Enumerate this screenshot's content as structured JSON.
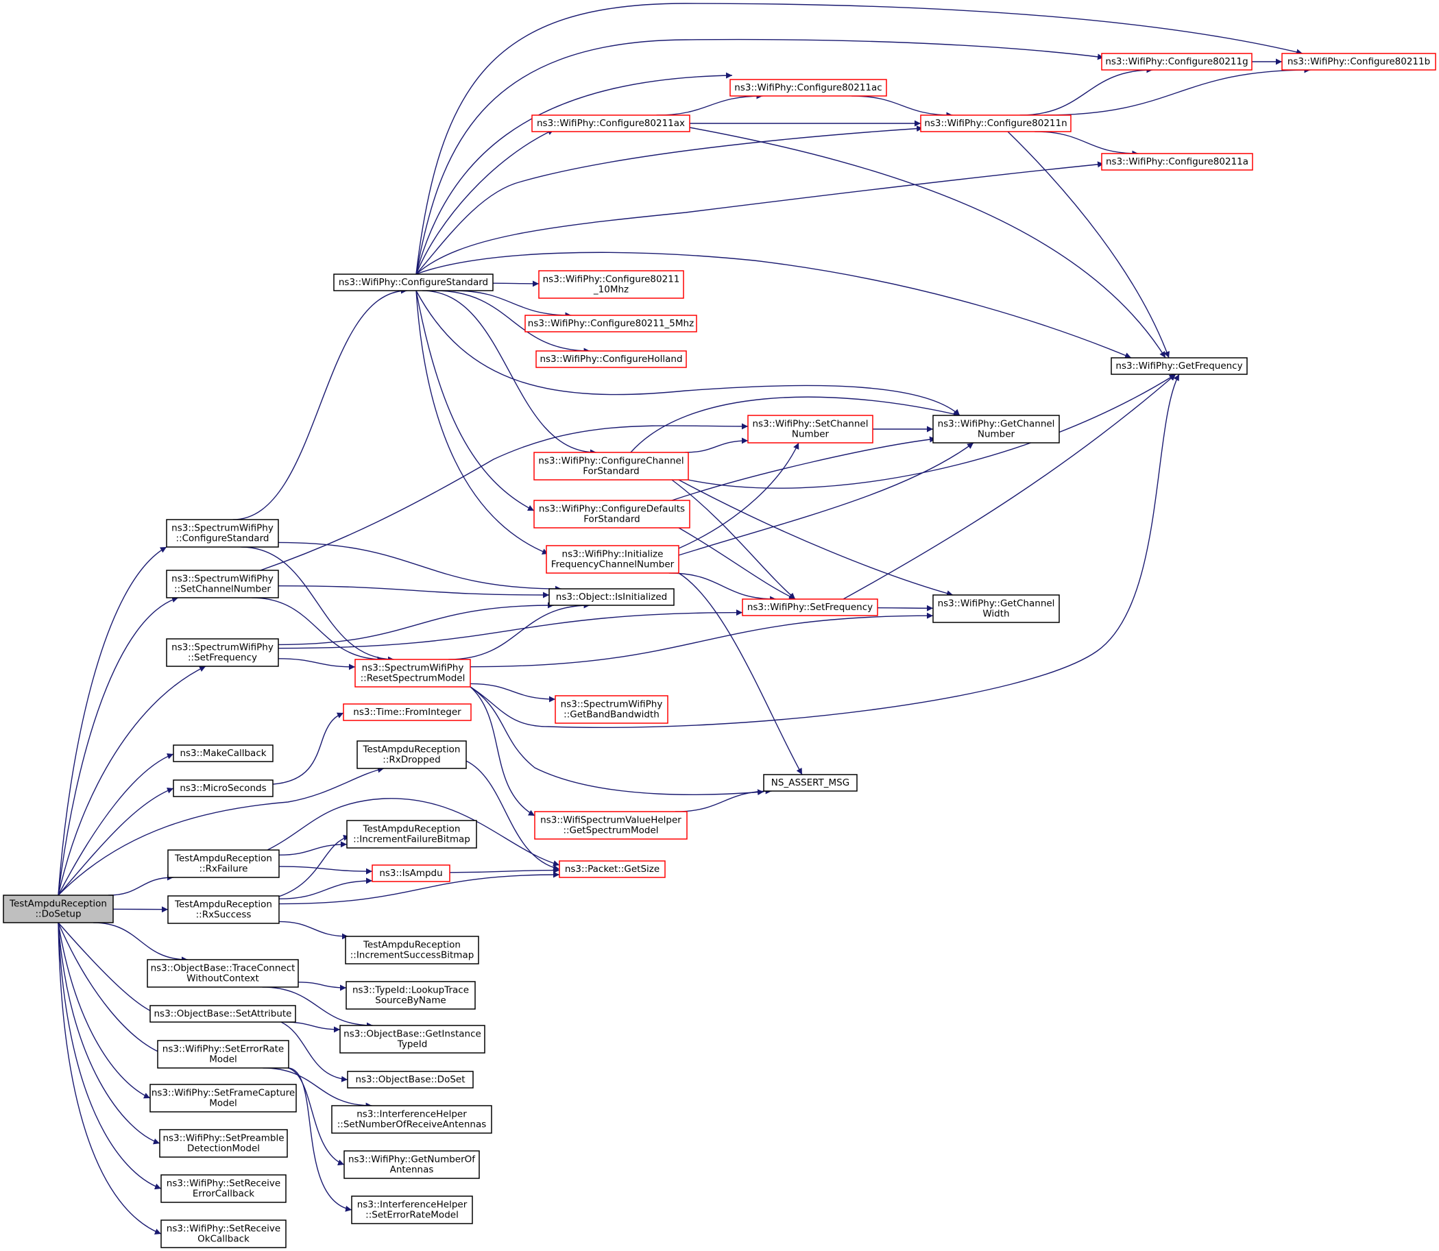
{
  "colors": {
    "edge": "#191970",
    "normal_border": "#000000",
    "truncated_border": "#ff0000",
    "root_fill": "#bfbfbf",
    "node_fill": "#ffffff"
  },
  "nodes": [
    {
      "id": "root",
      "lines": [
        "TestAmpduReception",
        "::DoSetup"
      ],
      "style": "root"
    },
    {
      "id": "spectrum_configure_standard",
      "lines": [
        "ns3::SpectrumWifiPhy",
        "::ConfigureStandard"
      ],
      "style": "normal"
    },
    {
      "id": "spectrum_set_channel_number",
      "lines": [
        "ns3::SpectrumWifiPhy",
        "::SetChannelNumber"
      ],
      "style": "normal"
    },
    {
      "id": "spectrum_set_frequency",
      "lines": [
        "ns3::SpectrumWifiPhy",
        "::SetFrequency"
      ],
      "style": "normal"
    },
    {
      "id": "make_callback",
      "lines": [
        "ns3::MakeCallback"
      ],
      "style": "normal"
    },
    {
      "id": "micro_seconds",
      "lines": [
        "ns3::MicroSeconds"
      ],
      "style": "normal"
    },
    {
      "id": "rx_failure",
      "lines": [
        "TestAmpduReception",
        "::RxFailure"
      ],
      "style": "normal"
    },
    {
      "id": "rx_success",
      "lines": [
        "TestAmpduReception",
        "::RxSuccess"
      ],
      "style": "normal"
    },
    {
      "id": "trace_connect",
      "lines": [
        "ns3::ObjectBase::TraceConnect",
        "WithoutContext"
      ],
      "style": "normal"
    },
    {
      "id": "set_attribute",
      "lines": [
        "ns3::ObjectBase::SetAttribute"
      ],
      "style": "normal"
    },
    {
      "id": "set_error_rate_model",
      "lines": [
        "ns3::WifiPhy::SetErrorRate",
        "Model"
      ],
      "style": "normal"
    },
    {
      "id": "set_frame_capture_model",
      "lines": [
        "ns3::WifiPhy::SetFrameCapture",
        "Model"
      ],
      "style": "normal"
    },
    {
      "id": "set_preamble_detection_model",
      "lines": [
        "ns3::WifiPhy::SetPreamble",
        "DetectionModel"
      ],
      "style": "normal"
    },
    {
      "id": "set_receive_error_callback",
      "lines": [
        "ns3::WifiPhy::SetReceive",
        "ErrorCallback"
      ],
      "style": "normal"
    },
    {
      "id": "set_receive_ok_callback",
      "lines": [
        "ns3::WifiPhy::SetReceive",
        "OkCallback"
      ],
      "style": "normal"
    },
    {
      "id": "configure_standard",
      "lines": [
        "ns3::WifiPhy::ConfigureStandard"
      ],
      "style": "normal"
    },
    {
      "id": "object_is_initialized",
      "lines": [
        "ns3::Object::IsInitialized"
      ],
      "style": "normal"
    },
    {
      "id": "reset_spectrum_model",
      "lines": [
        "ns3::SpectrumWifiPhy",
        "::ResetSpectrumModel"
      ],
      "style": "truncated"
    },
    {
      "id": "time_from_integer",
      "lines": [
        "ns3::Time::FromInteger"
      ],
      "style": "truncated"
    },
    {
      "id": "rx_dropped",
      "lines": [
        "TestAmpduReception",
        "::RxDropped"
      ],
      "style": "normal"
    },
    {
      "id": "increment_failure_bitmap",
      "lines": [
        "TestAmpduReception",
        "::IncrementFailureBitmap"
      ],
      "style": "normal"
    },
    {
      "id": "is_ampdu",
      "lines": [
        "ns3::IsAmpdu"
      ],
      "style": "truncated"
    },
    {
      "id": "increment_success_bitmap",
      "lines": [
        "TestAmpduReception",
        "::IncrementSuccessBitmap"
      ],
      "style": "normal"
    },
    {
      "id": "lookup_trace_source_by_name",
      "lines": [
        "ns3::TypeId::LookupTrace",
        "SourceByName"
      ],
      "style": "normal"
    },
    {
      "id": "get_instance_type_id",
      "lines": [
        "ns3::ObjectBase::GetInstance",
        "TypeId"
      ],
      "style": "normal"
    },
    {
      "id": "do_set",
      "lines": [
        "ns3::ObjectBase::DoSet"
      ],
      "style": "normal"
    },
    {
      "id": "set_number_of_receive_antennas",
      "lines": [
        "ns3::InterferenceHelper",
        "::SetNumberOfReceiveAntennas"
      ],
      "style": "normal"
    },
    {
      "id": "get_number_of_antennas",
      "lines": [
        "ns3::WifiPhy::GetNumberOf",
        "Antennas"
      ],
      "style": "normal"
    },
    {
      "id": "interference_set_error_rate_model",
      "lines": [
        "ns3::InterferenceHelper",
        "::SetErrorRateModel"
      ],
      "style": "normal"
    },
    {
      "id": "configure_80211ax",
      "lines": [
        "ns3::WifiPhy::Configure80211ax"
      ],
      "style": "truncated"
    },
    {
      "id": "configure_80211ac",
      "lines": [
        "ns3::WifiPhy::Configure80211ac"
      ],
      "style": "truncated"
    },
    {
      "id": "configure_80211_10mhz",
      "lines": [
        "ns3::WifiPhy::Configure80211",
        "_10Mhz"
      ],
      "style": "truncated"
    },
    {
      "id": "configure_80211_5mhz",
      "lines": [
        "ns3::WifiPhy::Configure80211_5Mhz"
      ],
      "style": "truncated"
    },
    {
      "id": "configure_holland",
      "lines": [
        "ns3::WifiPhy::ConfigureHolland"
      ],
      "style": "truncated"
    },
    {
      "id": "configure_channel_for_standard",
      "lines": [
        "ns3::WifiPhy::ConfigureChannel",
        "ForStandard"
      ],
      "style": "truncated"
    },
    {
      "id": "configure_defaults_for_standard",
      "lines": [
        "ns3::WifiPhy::ConfigureDefaults",
        "ForStandard"
      ],
      "style": "truncated"
    },
    {
      "id": "initialize_frequency_channel_number",
      "lines": [
        "ns3::WifiPhy::Initialize",
        "FrequencyChannelNumber"
      ],
      "style": "truncated"
    },
    {
      "id": "get_band_bandwidth",
      "lines": [
        "ns3::SpectrumWifiPhy",
        "::GetBandBandwidth"
      ],
      "style": "truncated"
    },
    {
      "id": "get_spectrum_model",
      "lines": [
        "ns3::WifiSpectrumValueHelper",
        "::GetSpectrumModel"
      ],
      "style": "truncated"
    },
    {
      "id": "packet_get_size",
      "lines": [
        "ns3::Packet::GetSize"
      ],
      "style": "truncated"
    },
    {
      "id": "set_channel_number",
      "lines": [
        "ns3::WifiPhy::SetChannel",
        "Number"
      ],
      "style": "truncated"
    },
    {
      "id": "set_frequency",
      "lines": [
        "ns3::WifiPhy::SetFrequency"
      ],
      "style": "truncated"
    },
    {
      "id": "ns_assert_msg",
      "lines": [
        "NS_ASSERT_MSG"
      ],
      "style": "normal"
    },
    {
      "id": "configure_80211n",
      "lines": [
        "ns3::WifiPhy::Configure80211n"
      ],
      "style": "truncated"
    },
    {
      "id": "configure_80211g",
      "lines": [
        "ns3::WifiPhy::Configure80211g"
      ],
      "style": "truncated"
    },
    {
      "id": "configure_80211a",
      "lines": [
        "ns3::WifiPhy::Configure80211a"
      ],
      "style": "truncated"
    },
    {
      "id": "get_channel_number",
      "lines": [
        "ns3::WifiPhy::GetChannel",
        "Number"
      ],
      "style": "normal"
    },
    {
      "id": "get_channel_width",
      "lines": [
        "ns3::WifiPhy::GetChannel",
        "Width"
      ],
      "style": "normal"
    },
    {
      "id": "configure_80211b",
      "lines": [
        "ns3::WifiPhy::Configure80211b"
      ],
      "style": "truncated"
    },
    {
      "id": "get_frequency",
      "lines": [
        "ns3::WifiPhy::GetFrequency"
      ],
      "style": "normal"
    }
  ],
  "edges": [
    {
      "from": "root",
      "to": "spectrum_configure_standard"
    },
    {
      "from": "root",
      "to": "spectrum_set_channel_number"
    },
    {
      "from": "root",
      "to": "spectrum_set_frequency"
    },
    {
      "from": "root",
      "to": "make_callback"
    },
    {
      "from": "root",
      "to": "micro_seconds"
    },
    {
      "from": "root",
      "to": "rx_dropped"
    },
    {
      "from": "root",
      "to": "rx_failure"
    },
    {
      "from": "root",
      "to": "rx_success"
    },
    {
      "from": "root",
      "to": "trace_connect"
    },
    {
      "from": "root",
      "to": "set_attribute"
    },
    {
      "from": "root",
      "to": "set_error_rate_model"
    },
    {
      "from": "root",
      "to": "set_frame_capture_model"
    },
    {
      "from": "root",
      "to": "set_preamble_detection_model"
    },
    {
      "from": "root",
      "to": "set_receive_error_callback"
    },
    {
      "from": "root",
      "to": "set_receive_ok_callback"
    },
    {
      "from": "spectrum_configure_standard",
      "to": "configure_standard"
    },
    {
      "from": "spectrum_configure_standard",
      "to": "object_is_initialized"
    },
    {
      "from": "spectrum_configure_standard",
      "to": "reset_spectrum_model"
    },
    {
      "from": "spectrum_set_channel_number",
      "to": "set_channel_number"
    },
    {
      "from": "spectrum_set_channel_number",
      "to": "object_is_initialized"
    },
    {
      "from": "spectrum_set_channel_number",
      "to": "reset_spectrum_model"
    },
    {
      "from": "spectrum_set_frequency",
      "to": "object_is_initialized"
    },
    {
      "from": "spectrum_set_frequency",
      "to": "set_frequency"
    },
    {
      "from": "spectrum_set_frequency",
      "to": "reset_spectrum_model"
    },
    {
      "from": "micro_seconds",
      "to": "time_from_integer"
    },
    {
      "from": "rx_dropped",
      "to": "packet_get_size"
    },
    {
      "from": "rx_failure",
      "to": "increment_failure_bitmap"
    },
    {
      "from": "rx_failure",
      "to": "is_ampdu"
    },
    {
      "from": "rx_failure",
      "to": "packet_get_size"
    },
    {
      "from": "rx_success",
      "to": "increment_failure_bitmap"
    },
    {
      "from": "rx_success",
      "to": "is_ampdu"
    },
    {
      "from": "rx_success",
      "to": "packet_get_size"
    },
    {
      "from": "rx_success",
      "to": "increment_success_bitmap"
    },
    {
      "from": "is_ampdu",
      "to": "packet_get_size"
    },
    {
      "from": "trace_connect",
      "to": "lookup_trace_source_by_name"
    },
    {
      "from": "trace_connect",
      "to": "get_instance_type_id"
    },
    {
      "from": "set_attribute",
      "to": "get_instance_type_id"
    },
    {
      "from": "set_attribute",
      "to": "do_set"
    },
    {
      "from": "set_error_rate_model",
      "to": "set_number_of_receive_antennas"
    },
    {
      "from": "set_error_rate_model",
      "to": "get_number_of_antennas"
    },
    {
      "from": "set_error_rate_model",
      "to": "interference_set_error_rate_model"
    },
    {
      "from": "configure_standard",
      "to": "configure_80211b"
    },
    {
      "from": "configure_standard",
      "to": "configure_80211g"
    },
    {
      "from": "configure_standard",
      "to": "configure_80211ac"
    },
    {
      "from": "configure_standard",
      "to": "configure_80211ax"
    },
    {
      "from": "configure_standard",
      "to": "configure_80211n"
    },
    {
      "from": "configure_standard",
      "to": "configure_80211a"
    },
    {
      "from": "configure_standard",
      "to": "get_frequency"
    },
    {
      "from": "configure_standard",
      "to": "configure_80211_10mhz"
    },
    {
      "from": "configure_standard",
      "to": "configure_80211_5mhz"
    },
    {
      "from": "configure_standard",
      "to": "configure_holland"
    },
    {
      "from": "configure_standard",
      "to": "get_channel_number"
    },
    {
      "from": "configure_standard",
      "to": "configure_channel_for_standard"
    },
    {
      "from": "configure_standard",
      "to": "configure_defaults_for_standard"
    },
    {
      "from": "configure_standard",
      "to": "initialize_frequency_channel_number"
    },
    {
      "from": "configure_80211ax",
      "to": "configure_80211ac"
    },
    {
      "from": "configure_80211ax",
      "to": "configure_80211n"
    },
    {
      "from": "configure_80211ax",
      "to": "get_frequency"
    },
    {
      "from": "configure_80211ac",
      "to": "configure_80211n"
    },
    {
      "from": "configure_80211n",
      "to": "configure_80211g"
    },
    {
      "from": "configure_80211n",
      "to": "configure_80211b"
    },
    {
      "from": "configure_80211n",
      "to": "configure_80211a"
    },
    {
      "from": "configure_80211n",
      "to": "get_frequency"
    },
    {
      "from": "configure_80211g",
      "to": "configure_80211b"
    },
    {
      "from": "configure_channel_for_standard",
      "to": "get_channel_number"
    },
    {
      "from": "configure_channel_for_standard",
      "to": "set_channel_number"
    },
    {
      "from": "configure_channel_for_standard",
      "to": "get_frequency"
    },
    {
      "from": "configure_channel_for_standard",
      "to": "set_frequency"
    },
    {
      "from": "configure_channel_for_standard",
      "to": "get_channel_width"
    },
    {
      "from": "configure_defaults_for_standard",
      "to": "get_channel_number"
    },
    {
      "from": "configure_defaults_for_standard",
      "to": "set_frequency"
    },
    {
      "from": "initialize_frequency_channel_number",
      "to": "set_channel_number"
    },
    {
      "from": "initialize_frequency_channel_number",
      "to": "get_channel_number"
    },
    {
      "from": "initialize_frequency_channel_number",
      "to": "set_frequency"
    },
    {
      "from": "initialize_frequency_channel_number",
      "to": "ns_assert_msg"
    },
    {
      "from": "set_channel_number",
      "to": "get_channel_number"
    },
    {
      "from": "set_frequency",
      "to": "get_channel_width"
    },
    {
      "from": "set_frequency",
      "to": "get_frequency"
    },
    {
      "from": "reset_spectrum_model",
      "to": "object_is_initialized"
    },
    {
      "from": "reset_spectrum_model",
      "to": "get_channel_width"
    },
    {
      "from": "reset_spectrum_model",
      "to": "get_band_bandwidth"
    },
    {
      "from": "reset_spectrum_model",
      "to": "get_frequency"
    },
    {
      "from": "reset_spectrum_model",
      "to": "ns_assert_msg"
    },
    {
      "from": "reset_spectrum_model",
      "to": "get_spectrum_model"
    },
    {
      "from": "get_spectrum_model",
      "to": "ns_assert_msg"
    }
  ]
}
